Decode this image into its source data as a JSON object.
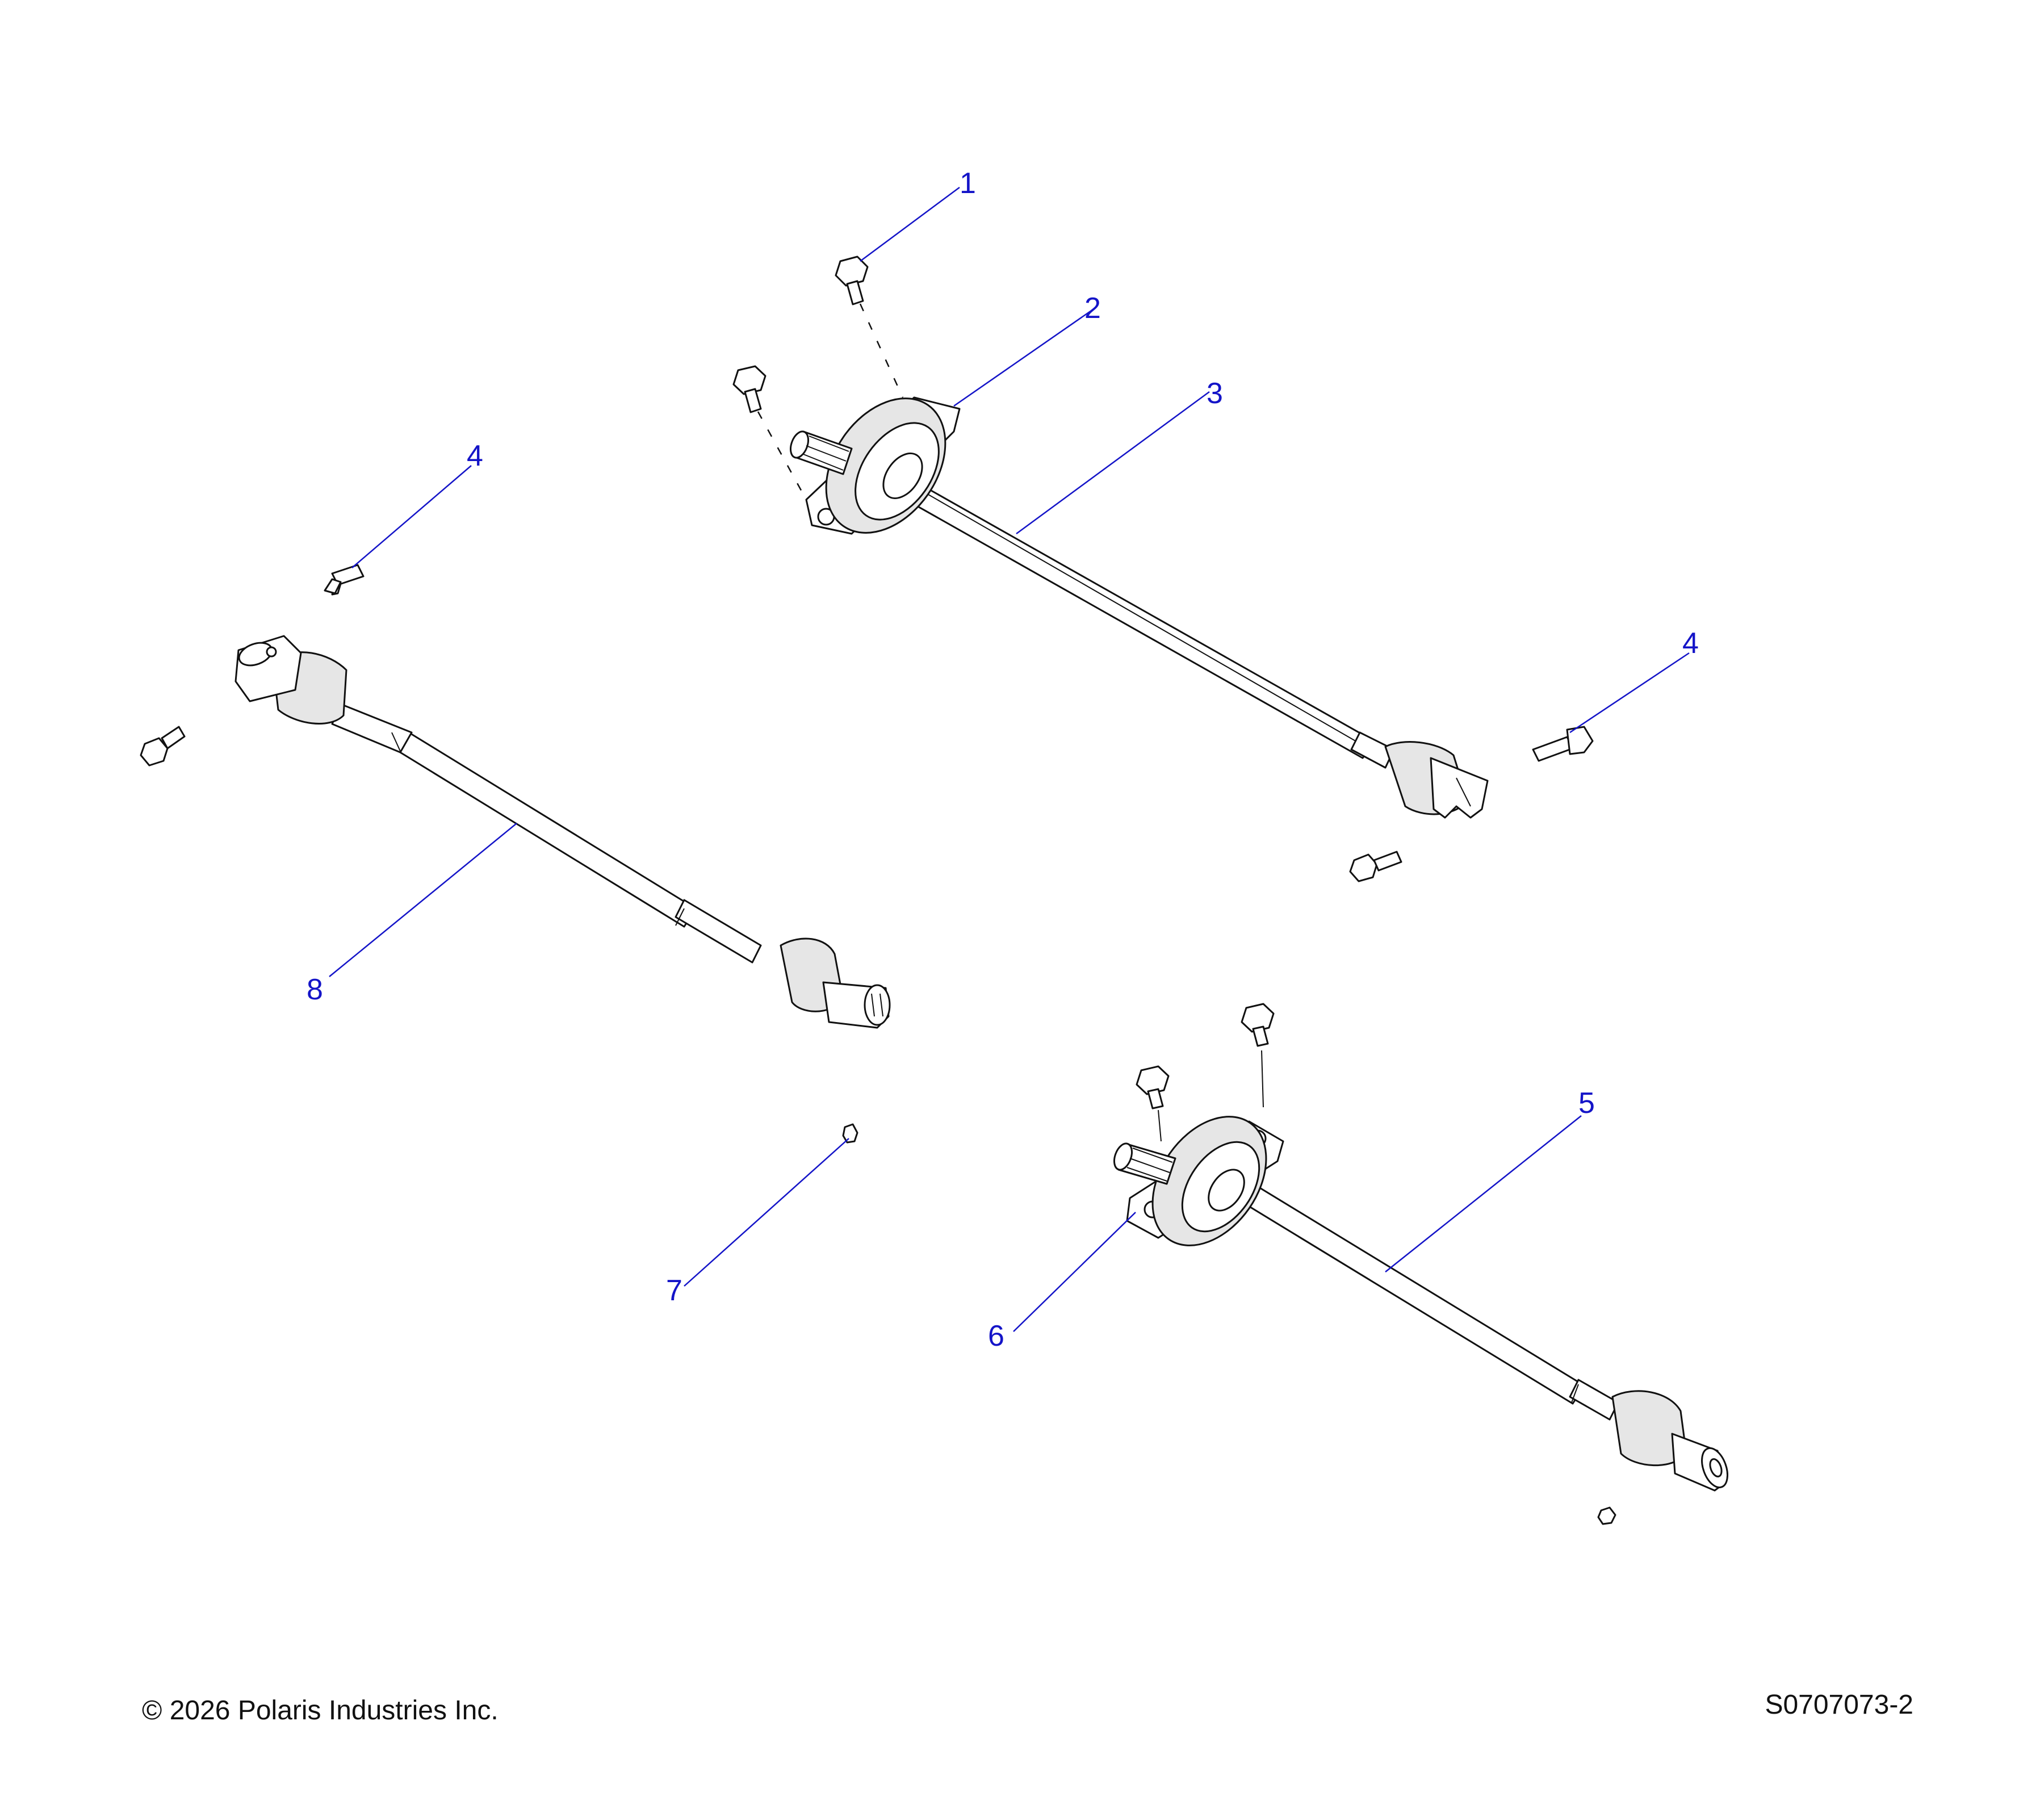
{
  "footer": {
    "copyright": "© 2026 Polaris Industries Inc.",
    "drawing_number": "S0707073-2"
  },
  "callouts": [
    {
      "id": "c1",
      "label": "1"
    },
    {
      "id": "c2",
      "label": "2"
    },
    {
      "id": "c3",
      "label": "3"
    },
    {
      "id": "c4a",
      "label": "4"
    },
    {
      "id": "c4b",
      "label": "4"
    },
    {
      "id": "c5",
      "label": "5"
    },
    {
      "id": "c6",
      "label": "6"
    },
    {
      "id": "c7",
      "label": "7"
    },
    {
      "id": "c8",
      "label": "8"
    }
  ],
  "colors": {
    "callout": "#1414c8",
    "linework": "#111111",
    "background": "#ffffff"
  }
}
